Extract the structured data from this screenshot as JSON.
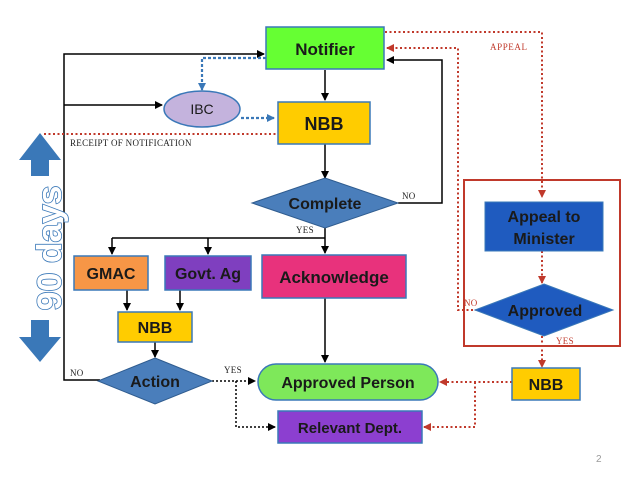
{
  "nodes": {
    "notifier": "Notifier",
    "ibc": "IBC",
    "nbb_top": "NBB",
    "complete": "Complete",
    "gmac": "GMAC",
    "govt_ag": "Govt. Ag",
    "acknowledge": "Acknowledge",
    "nbb_middle": "NBB",
    "action": "Action",
    "approved_person": "Approved Person",
    "relevant_dept": "Relevant Dept.",
    "appeal_to_minister_line1": "Appeal to",
    "appeal_to_minister_line2": "Minister",
    "approved": "Approved",
    "nbb_right": "NBB"
  },
  "labels": {
    "appeal": "APPEAL",
    "receipt": "RECEIPT OF NOTIFICATION",
    "no_complete": "NO",
    "yes_complete": "YES",
    "no_action": "NO",
    "yes_action": "YES",
    "no_approved": "NO",
    "yes_approved": "YES"
  },
  "timeline": {
    "text": "90 days"
  },
  "page_number": "2",
  "colors": {
    "notifier": "#66ff33",
    "nbb": "#ffcc00",
    "ibc": "#c4b3dd",
    "decision": "#4a7ebb",
    "gmac": "#f79646",
    "govt_ag": "#7f3fbf",
    "acknowledge": "#e8327c",
    "approved_person": "#7ee85a",
    "relevant_dept": "#8c3fd0",
    "appeal_box": "#1f5bbf",
    "appeal_frame": "#c0392b",
    "dotted_red": "#c0392b",
    "dotted_blue": "#3a78b8",
    "arrow_blue": "#3a78b8"
  }
}
